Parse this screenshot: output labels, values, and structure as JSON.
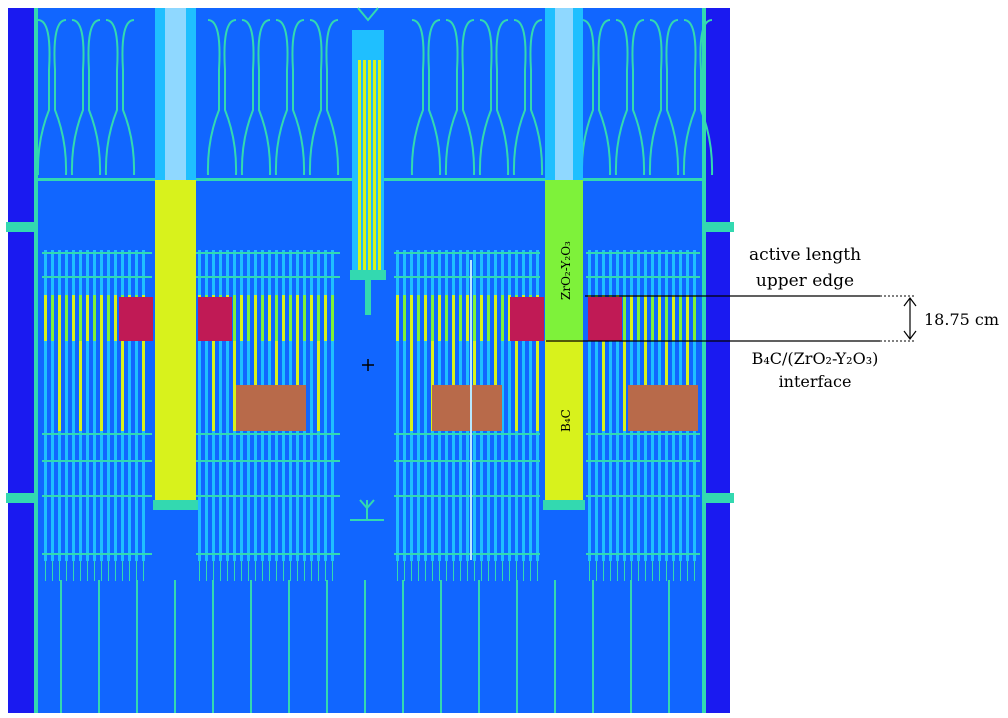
{
  "annotations": {
    "active_length_line1": "active length",
    "active_length_line2": "upper edge",
    "interface_line1": "B₄C/(ZrO₂-Y₂O₃)",
    "interface_line2": "interface",
    "dimension": "18.75 cm",
    "rod_label_upper": "ZrO₂-Y₂O₃",
    "rod_label_lower": "B₄C"
  },
  "colors": {
    "background": "#1166ff",
    "outer_wall": "#1a1af0",
    "cladding": "#33d9b0",
    "light_blue": "#1fbfff",
    "yellow": "#d8f21c",
    "green": "#7ef23a",
    "red": "#c01a55",
    "pale": "#b8e8ff",
    "annotation": "#000000"
  }
}
